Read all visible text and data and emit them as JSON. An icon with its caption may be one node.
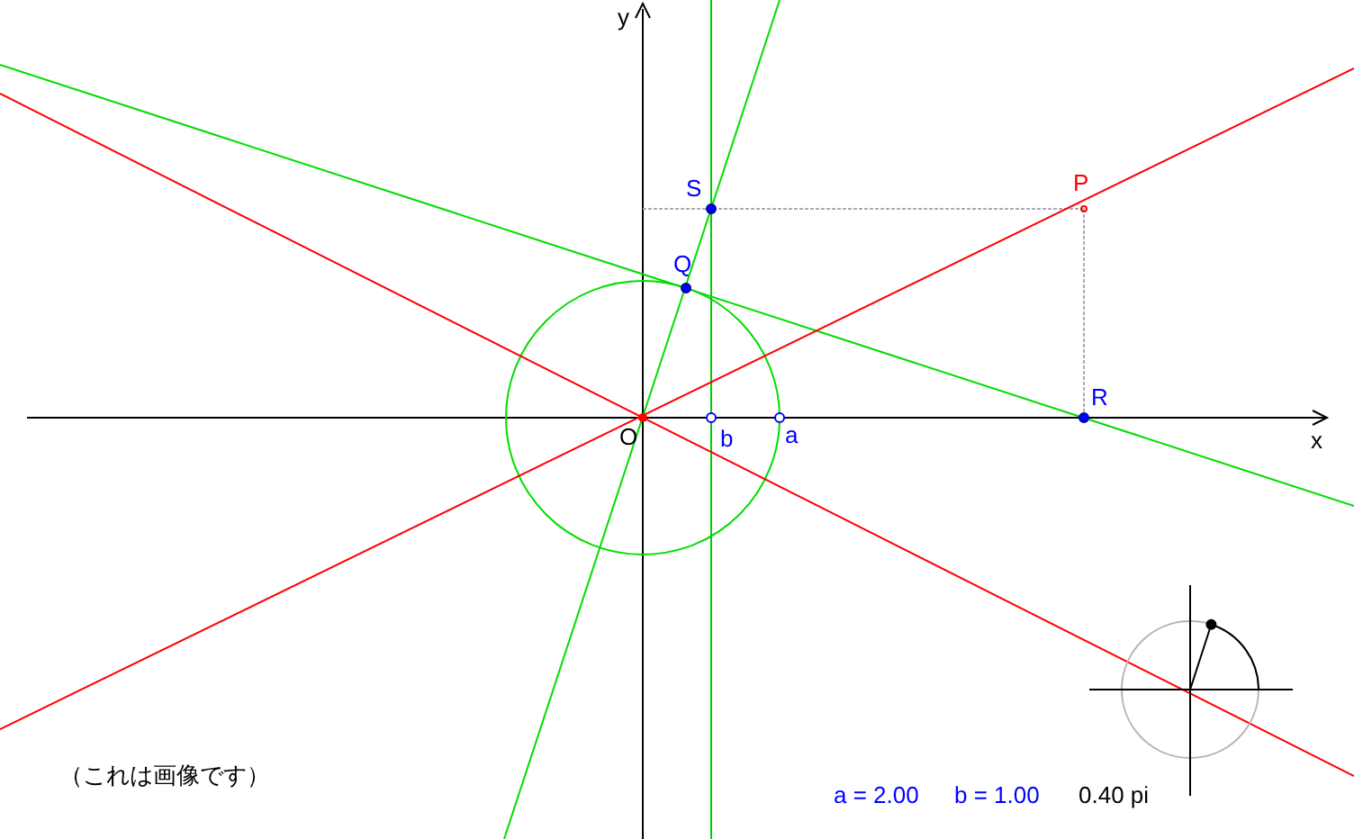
{
  "diagram": {
    "labels": [
      "y",
      "S",
      "P",
      "Q",
      "R",
      "x",
      "O",
      "b",
      "a",
      "（これは画像です）",
      "a = 2.00",
      "b = 1.00",
      "0.40 pi"
    ]
  }
}
